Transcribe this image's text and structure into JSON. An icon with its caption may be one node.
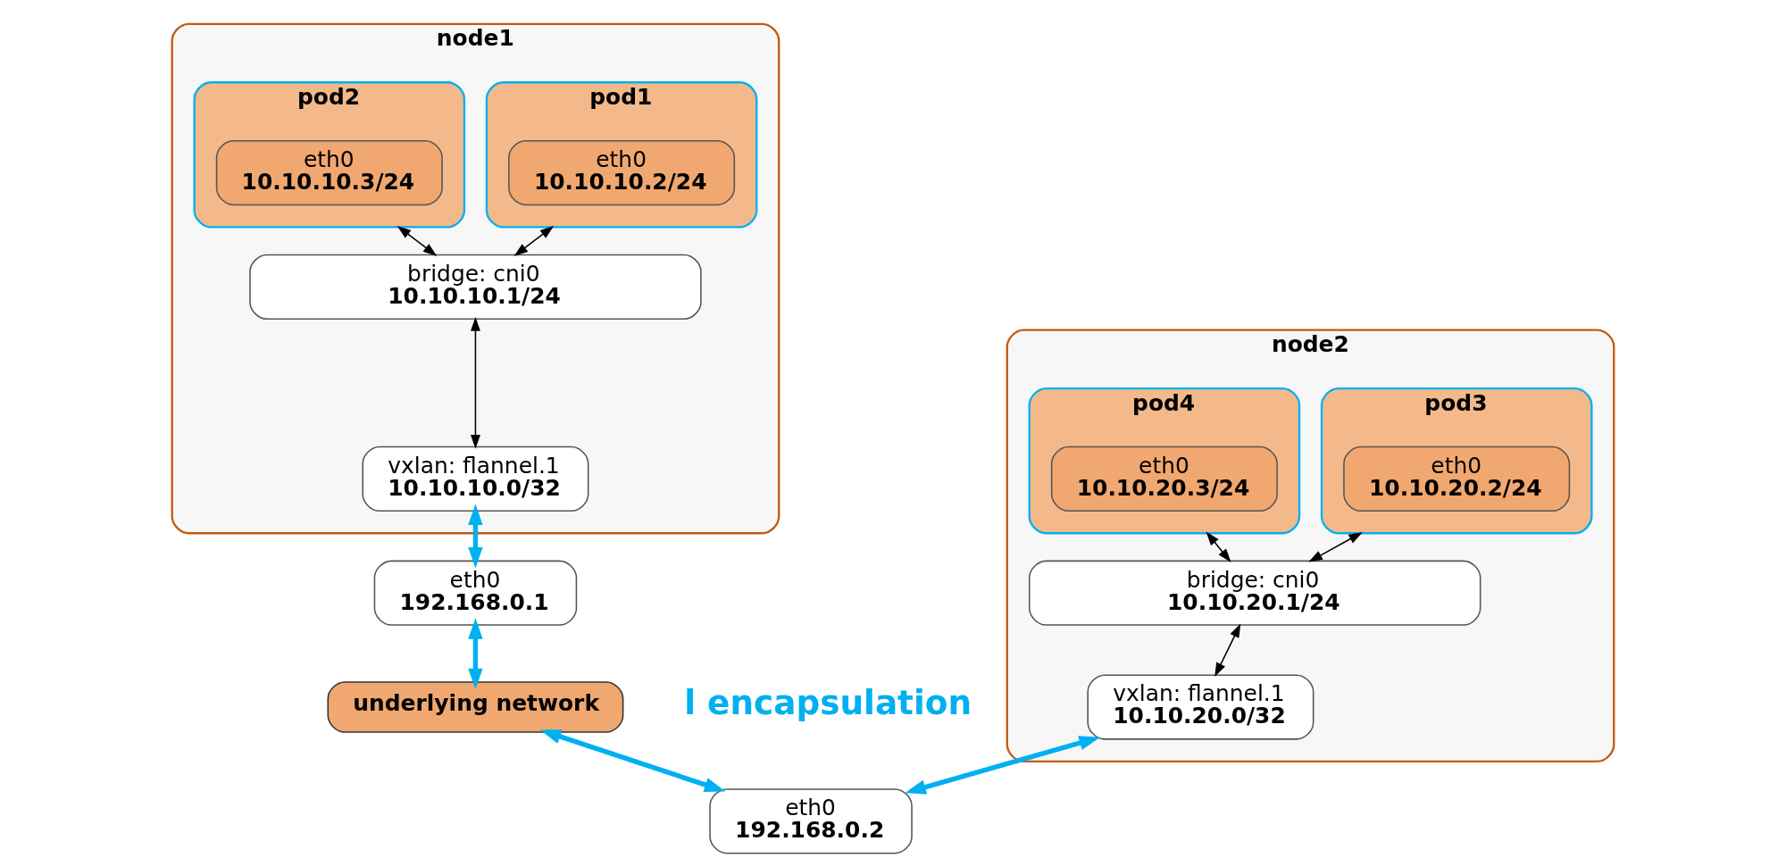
{
  "diagram": {
    "nodes": [
      {
        "text": [
          "node1"
        ]
      },
      {
        "text": [
          "pod1"
        ],
        "in": 0
      },
      {
        "text": [
          "eth0",
          "10.10.10.2/24"
        ],
        "in": 1
      },
      {
        "text": [
          "pod2"
        ],
        "in": 0
      },
      {
        "text": [
          "eth0",
          "10.10.10.3/24"
        ],
        "in": 3
      },
      {
        "text": [
          "bridge: cni0",
          "10.10.10.1/24"
        ],
        "in": 0
      },
      {
        "text": [
          "vxlan: flannel.1",
          "10.10.10.0/32"
        ],
        "in": 0
      },
      {
        "text": [
          "eth0",
          "192.168.0.1"
        ]
      },
      {
        "text": [
          "node2"
        ]
      },
      {
        "text": [
          "pod3"
        ],
        "in": 8
      },
      {
        "text": [
          "eth0",
          "10.10.20.2/24"
        ],
        "in": 9
      },
      {
        "text": [
          "pod4"
        ],
        "in": 8
      },
      {
        "text": [
          "eth0",
          "10.10.20.3/24"
        ],
        "in": 11
      },
      {
        "text": [
          "bridge: cni0",
          "10.10.20.1/24"
        ],
        "in": 8
      },
      {
        "text": [
          "vxlan: flannel.1",
          "10.10.20.0/32"
        ],
        "in": 8
      },
      {
        "text": [
          "eth0",
          "192.168.0.2"
        ]
      },
      {
        "text": [
          "underlying network"
        ]
      }
    ],
    "edges": [
      {
        "from": 1,
        "to": 5,
        "arrow": "both"
      },
      {
        "from": 3,
        "to": 5,
        "arrow": "both"
      },
      {
        "from": 5,
        "to": 6,
        "arrow": "both"
      },
      {
        "from": 6,
        "to": 7,
        "arrow": "both",
        "style": "thick",
        "color": "#00b0f0"
      },
      {
        "from": 9,
        "to": 13,
        "arrow": "both"
      },
      {
        "from": 11,
        "to": 13,
        "arrow": "both"
      },
      {
        "from": 13,
        "to": 14,
        "arrow": "both"
      },
      {
        "from": 14,
        "to": 15,
        "arrow": "both",
        "style": "thick",
        "color": "#00b0f0"
      },
      {
        "from": 7,
        "to": 16,
        "arrow": "both",
        "style": "thick",
        "color": "#00b0f0"
      },
      {
        "from": 16,
        "to": 15,
        "arrow": "both",
        "style": "thick",
        "color": "#00b0f0"
      }
    ],
    "labels": [
      "l encapsulation"
    ]
  }
}
